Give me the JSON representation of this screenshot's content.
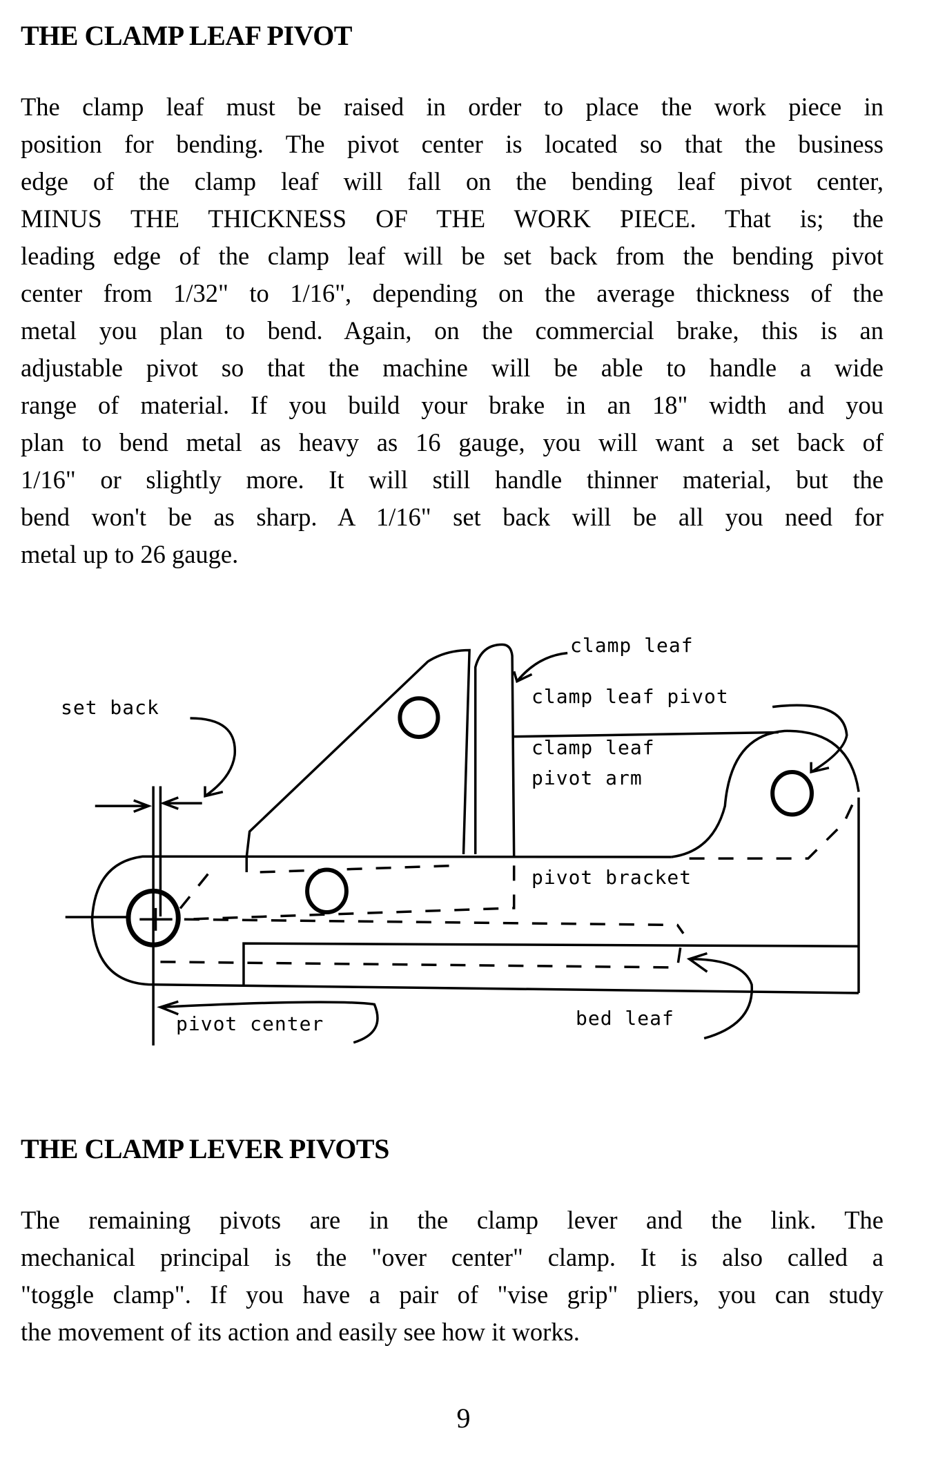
{
  "section1": {
    "heading": "THE CLAMP LEAF PIVOT",
    "lines": [
      "The clamp leaf must be raised in order to place the work piece in",
      "position for bending. The pivot center is located so that the business",
      "edge of the clamp leaf will fall on the bending leaf pivot center,",
      "MINUS THE THICKNESS OF THE WORK PIECE. That is; the",
      "leading edge of the clamp leaf will be set back from the bending pivot",
      "center from 1/32\" to 1/16\", depending on the average thickness of the",
      "metal you plan to bend.  Again, on the commercial brake, this is an",
      "adjustable pivot so that the machine will be able to handle a wide",
      "range of material. If you build your brake in an 18\" width and you",
      "plan to bend metal as heavy as 16 gauge, you will want a set back of",
      "1/16\" or slightly more. It will still handle thinner material, but the",
      "bend won't be as sharp.  A 1/16\" set back will be all you need for",
      "metal up to 26 gauge."
    ]
  },
  "diagram": {
    "labels": {
      "clamp_leaf": "clamp leaf",
      "set_back": "set back",
      "clamp_leaf_pivot": "clamp leaf pivot",
      "clamp_leaf_pivot_arm_1": "clamp leaf",
      "clamp_leaf_pivot_arm_2": "pivot arm",
      "pivot_bracket": "pivot bracket",
      "pivot_center": "pivot center",
      "bed_leaf": "bed leaf"
    }
  },
  "section2": {
    "heading": "THE CLAMP LEVER PIVOTS",
    "lines": [
      "The remaining pivots are in the clamp lever and the link. The",
      "mechanical principal is the \"over center\" clamp. It is also called a",
      "\"toggle clamp\". If you have a pair of \"vise grip\" pliers, you can study",
      "the movement of its action and easily see how it works."
    ]
  },
  "page_number": "9"
}
